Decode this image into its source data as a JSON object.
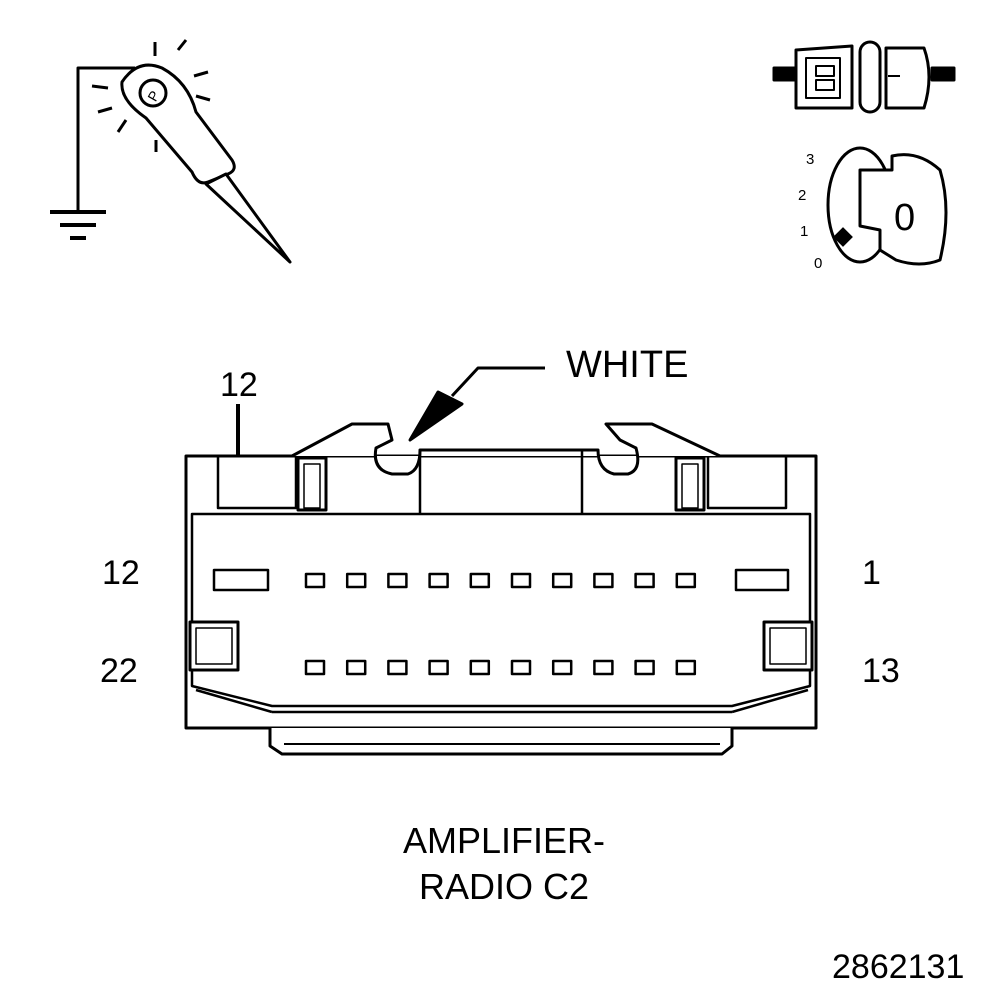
{
  "figure": {
    "title_line1": "AMPLIFIER-",
    "title_line2": "RADIO C2",
    "figure_number": "2862131"
  },
  "connector": {
    "color_callout": "WHITE",
    "pin_callout": "12",
    "row_top_left_label": "12",
    "row_top_right_label": "1",
    "row_bottom_left_label": "22",
    "row_bottom_right_label": "13",
    "top_row_pin_count": 12,
    "bottom_row_pin_count": 10
  },
  "ignition_switch": {
    "key_position_label": "0",
    "positions": [
      "3",
      "2",
      "1",
      "0"
    ]
  },
  "icons": [
    "test-probe-ground-icon",
    "connector-disconnect-icon",
    "ignition-key-icon",
    "ground-symbol-icon"
  ]
}
